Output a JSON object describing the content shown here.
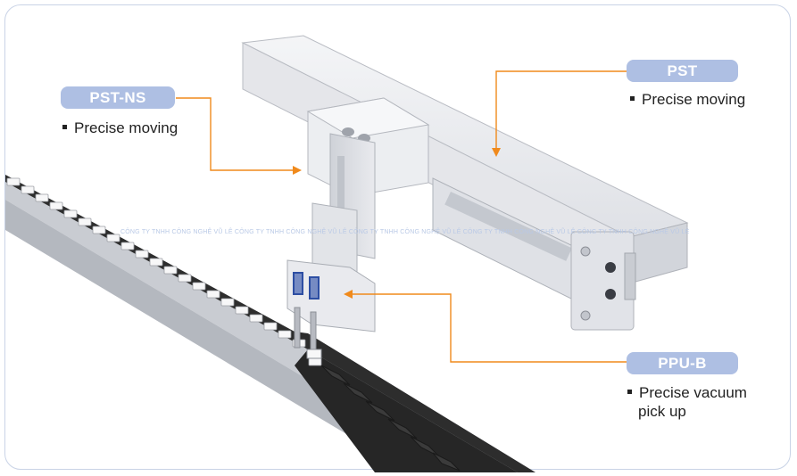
{
  "labels": {
    "pst_ns": {
      "title": "PST-NS",
      "feature": "Precise moving"
    },
    "pst": {
      "title": "PST",
      "feature": "Precise moving"
    },
    "ppu_b": {
      "title": "PPU-B",
      "feature_line1": "Precise vacuum",
      "feature_line2": "pick up"
    }
  },
  "watermark": "CÔNG TY TNHH CÔNG NGHỆ VŨ LÊ CÔNG TY TNHH CÔNG NGHỆ VŨ LÊ CÔNG TY TNHH CÔNG NGHỆ VŨ LÊ CÔNG TY TNHH CÔNG NGHỆ VŨ LÊ CÔNG TY TNHH CÔNG NGHỆ VŨ LÊ",
  "colors": {
    "tag_fill": "#aebfe3",
    "leader_line": "#f08a1c",
    "conveyor": "#2b2b2b",
    "actuator": "#e7e8ec"
  }
}
